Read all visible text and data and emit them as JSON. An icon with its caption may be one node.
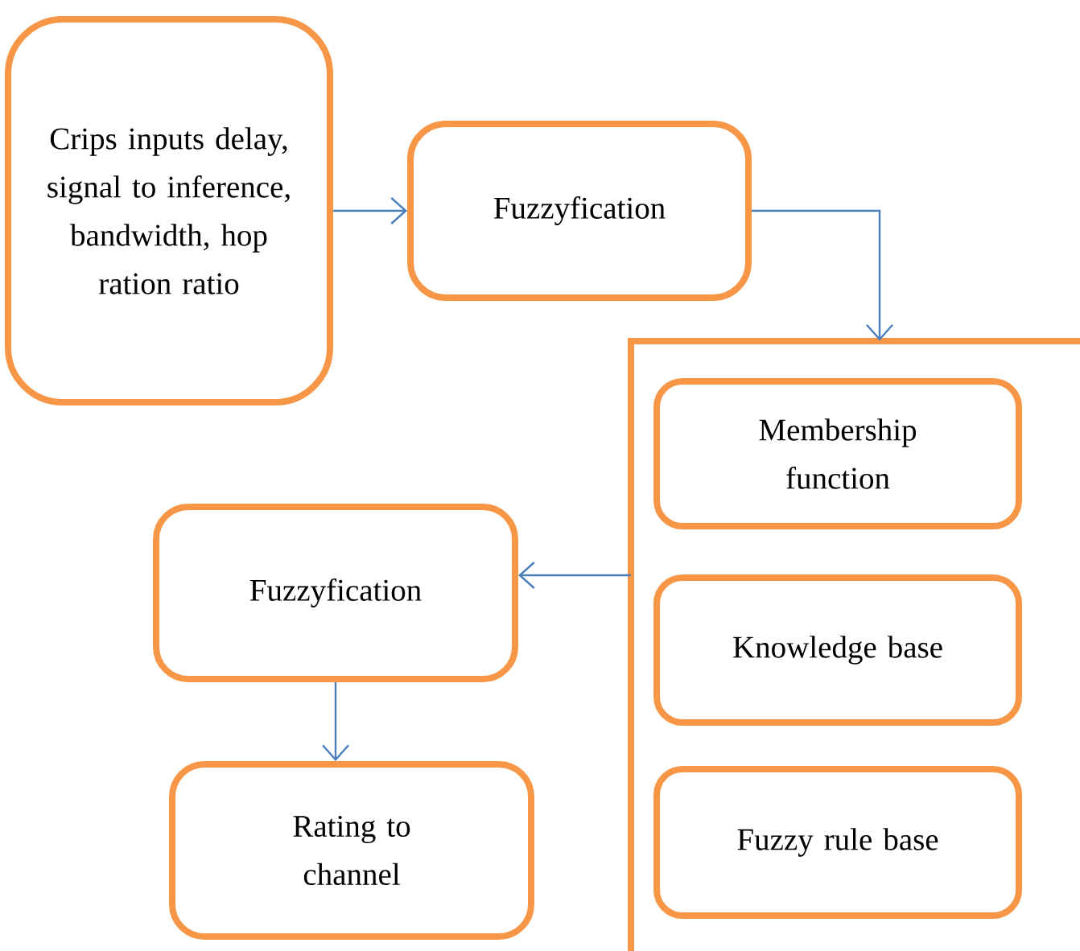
{
  "diagram": {
    "nodes": [
      {
        "text": [
          "Crips inputs delay, signal to inference, bandwidth, hop ration ratio"
        ]
      },
      {
        "text": [
          "Fuzzyfication"
        ]
      },
      {
        "text": [],
        "shape": "box"
      },
      {
        "text": [
          "Membership function"
        ],
        "in": 2
      },
      {
        "text": [
          "Knowledge base"
        ],
        "in": 2
      },
      {
        "text": [
          "Fuzzy rule base"
        ],
        "in": 2
      },
      {
        "text": [
          "Fuzzyfication"
        ]
      },
      {
        "text": [
          "Rating to channel"
        ]
      }
    ],
    "edges": [
      {
        "from": 0,
        "to": 1,
        "arrow": "to"
      },
      {
        "from": 1,
        "to": 2,
        "arrow": "to"
      },
      {
        "from": 2,
        "to": 6,
        "arrow": "to"
      },
      {
        "from": 6,
        "to": 7,
        "arrow": "to"
      }
    ]
  }
}
